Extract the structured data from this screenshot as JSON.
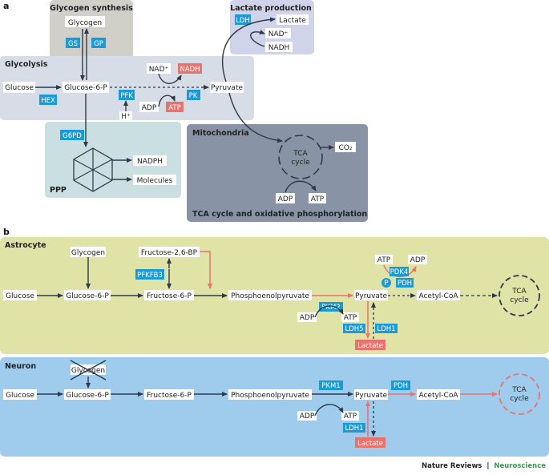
{
  "colors": {
    "enzyme_blue": "#1a9ad7",
    "cofactor_red": "#e8736d",
    "glycolysis_bg": "#d7dde7",
    "glycogen_bg": "#d1d0c8",
    "lactate_bg": "#cfd4ea",
    "ppp_bg": "#c9dfe1",
    "mito_bg": "#8893a6",
    "astrocyte_bg": "#dfe3a5",
    "neuron_bg": "#9fcbec",
    "journal_green": "#2f9f4c"
  },
  "panel_a": {
    "letter": "a",
    "glycogen_synthesis": {
      "title": "Glycogen synthesis",
      "glycogen": "Glycogen",
      "gs": "GS",
      "gp": "GP"
    },
    "lactate_production": {
      "title": "Lactate production",
      "ldh": "LDH",
      "lactate": "Lactate",
      "nad": "NAD⁺",
      "nadh": "NADH"
    },
    "glycolysis": {
      "title": "Glycolysis",
      "glucose": "Glucose",
      "hex": "HEX",
      "g6p": "Glucose-6-P",
      "nad": "NAD⁺",
      "nadh": "NADH",
      "pfk": "PFK",
      "adp": "ADP",
      "atp": "ATP",
      "pk": "PK",
      "pyruvate": "Pyruvate",
      "h": "H⁺"
    },
    "ppp": {
      "title": "PPP",
      "g6pd": "G6PD",
      "nadph": "NADPH",
      "molecules": "Molecules"
    },
    "mitochondria": {
      "title": "Mitochondria",
      "tca_line1": "TCA",
      "tca_line2": "cycle",
      "co2": "CO₂",
      "adp": "ADP",
      "atp": "ATP",
      "subtitle": "TCA cycle and oxidative phosphorylation"
    }
  },
  "panel_b": {
    "letter": "b",
    "astrocyte": {
      "title": "Astrocyte",
      "glycogen": "Glycogen",
      "f26bp": "Fructose-2,6-BP",
      "pfkfb3": "PFKFB3",
      "glucose": "Glucose",
      "g6p": "Glucose-6-P",
      "f6p": "Fructose-6-P",
      "pep": "Phosphoenolpyruvate",
      "pyruvate": "Pyruvate",
      "acetyl_coa": "Acetyl-CoA",
      "tca_line1": "TCA",
      "tca_line2": "cycle",
      "atp_top": "ATP",
      "adp_top": "ADP",
      "pdk4": "PDK4",
      "p": "P",
      "pdh": "PDH",
      "pkm2": "PKM2",
      "adp": "ADP",
      "atp": "ATP",
      "ldh5": "LDH5",
      "ldh1": "LDH1",
      "lactate": "Lactate"
    },
    "neuron": {
      "title": "Neuron",
      "glycogen": "Glycogen",
      "glucose": "Glucose",
      "g6p": "Glucose-6-P",
      "f6p": "Fructose-6-P",
      "pep": "Phosphoenolpyruvate",
      "pkm1": "PKM1",
      "pyruvate": "Pyruvate",
      "pdh": "PDH",
      "acetyl_coa": "Acetyl-CoA",
      "tca_line1": "TCA",
      "tca_line2": "cycle",
      "adp": "ADP",
      "atp": "ATP",
      "ldh1": "LDH1",
      "lactate": "Lactate"
    }
  },
  "footer": {
    "journal": "Nature Reviews",
    "separator": "|",
    "section": "Neuroscience"
  }
}
